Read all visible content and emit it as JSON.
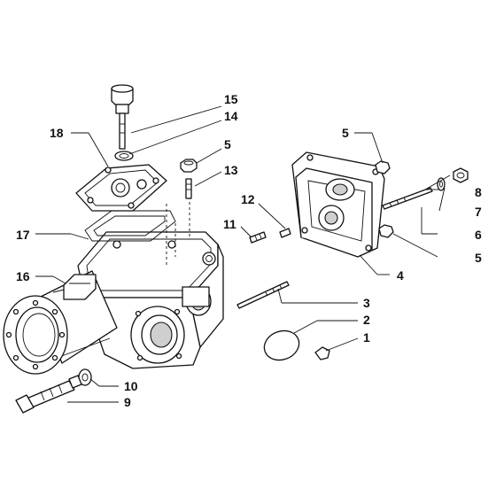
{
  "diagram": {
    "callouts": [
      {
        "id": "c1",
        "label": "1"
      },
      {
        "id": "c2",
        "label": "2"
      },
      {
        "id": "c3",
        "label": "3"
      },
      {
        "id": "c4",
        "label": "4"
      },
      {
        "id": "c5a",
        "label": "5"
      },
      {
        "id": "c5b",
        "label": "5"
      },
      {
        "id": "c5c",
        "label": "5"
      },
      {
        "id": "c6",
        "label": "6"
      },
      {
        "id": "c7",
        "label": "7"
      },
      {
        "id": "c8",
        "label": "8"
      },
      {
        "id": "c9",
        "label": "9"
      },
      {
        "id": "c10",
        "label": "10"
      },
      {
        "id": "c11",
        "label": "11"
      },
      {
        "id": "c12",
        "label": "12"
      },
      {
        "id": "c13",
        "label": "13"
      },
      {
        "id": "c14",
        "label": "14"
      },
      {
        "id": "c15",
        "label": "15"
      },
      {
        "id": "c16",
        "label": "16"
      },
      {
        "id": "c17",
        "label": "17"
      },
      {
        "id": "c18",
        "label": "18"
      }
    ]
  }
}
